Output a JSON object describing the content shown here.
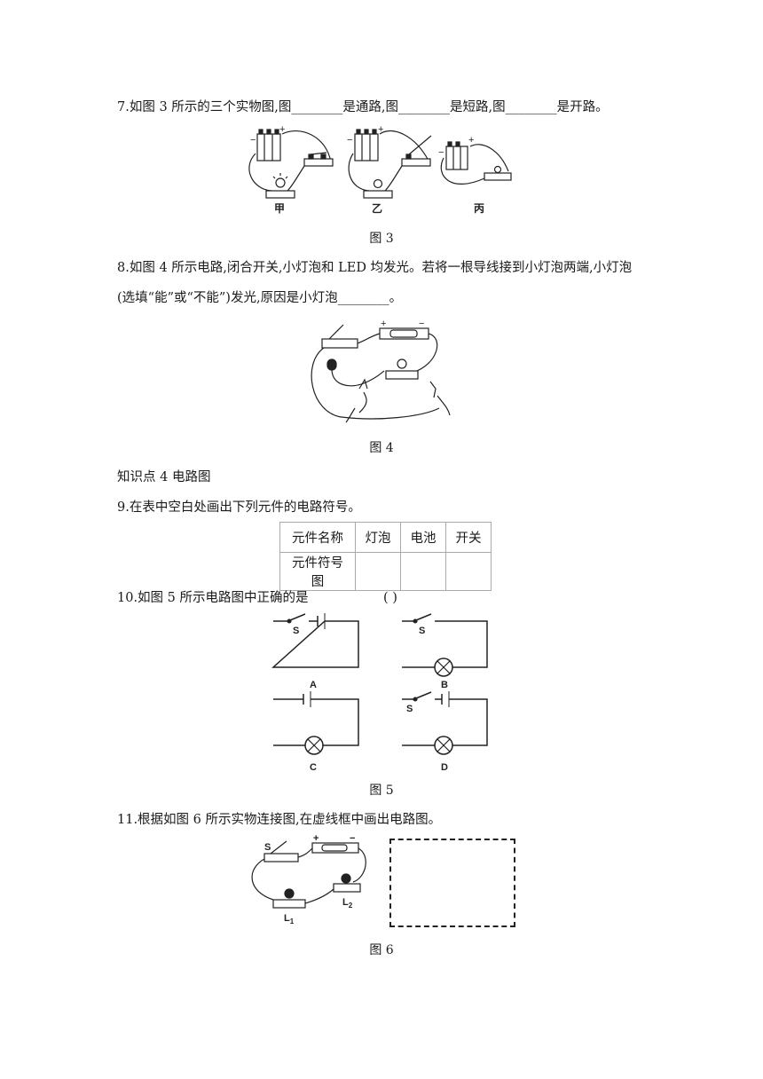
{
  "q7": {
    "text": "7.如图 3 所示的三个实物图,图________是通路,图________是短路,图________是开路。"
  },
  "fig3": {
    "labels": [
      "甲",
      "乙",
      "丙"
    ],
    "caption": "图 3"
  },
  "q8": {
    "line1": "8.如图 4 所示电路,闭合开关,小灯泡和 LED 均发光。若将一根导线接到小灯泡两端,小灯泡",
    "line2": "(选填“能”或“不能”)发光,原因是小灯泡________。"
  },
  "fig4": {
    "caption": "图 4"
  },
  "section": {
    "title": "知识点  4    电路图"
  },
  "q9": {
    "text": "9.在表中空白处画出下列元件的电路符号。"
  },
  "table": {
    "header_label": "元件名称",
    "row_label": "元件符号图",
    "items": [
      "灯泡",
      "电池",
      "开关"
    ]
  },
  "q10": {
    "text": "10.如图 5 所示电路图中正确的是",
    "blank": "(        )"
  },
  "fig5": {
    "labels": [
      "A",
      "B",
      "C",
      "D"
    ],
    "switch_label": "S",
    "caption": "图 5"
  },
  "q11": {
    "text": "11.根据如图 6 所示实物连接图,在虚线框中画出电路图。"
  },
  "fig6": {
    "switch_label": "S",
    "lamp1": "L",
    "lamp1_sub": "1",
    "lamp2": "L",
    "lamp2_sub": "2",
    "caption": "图 6"
  },
  "signs": {
    "plus": "+",
    "minus": "−"
  }
}
